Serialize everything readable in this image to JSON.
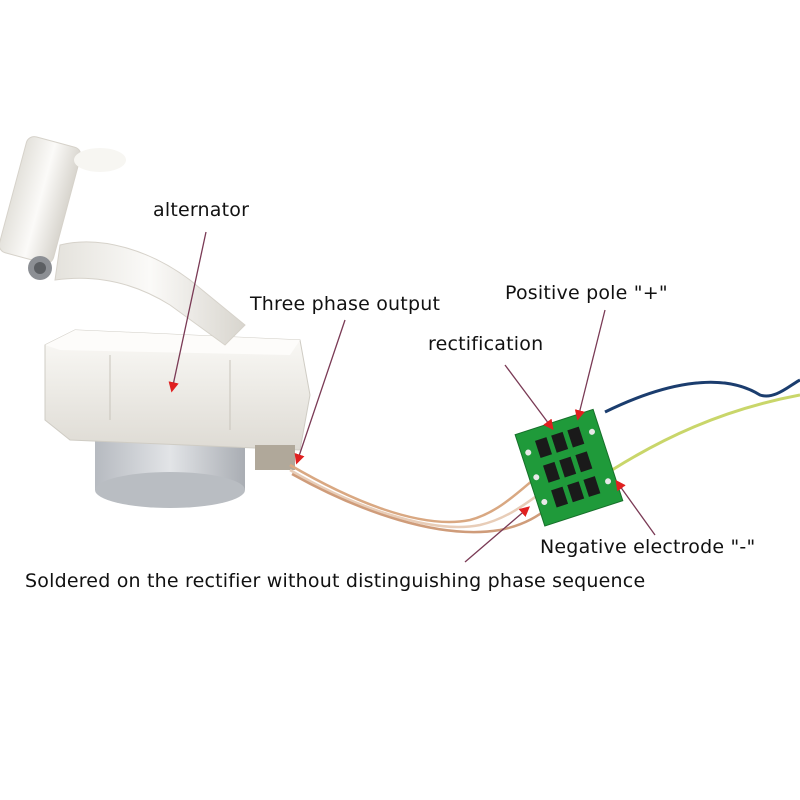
{
  "labels": {
    "alternator": "alternator",
    "three_phase_output": "Three phase output",
    "positive_pole": "Positive pole \"+\"",
    "rectification": "rectification",
    "negative_electrode": "Negative electrode \"-\"",
    "soldered_note": "Soldered on the rectifier without distinguishing phase sequence"
  },
  "colors": {
    "arrow": "#e02020",
    "leader": "#7a3a55",
    "pcb": "#1f9a3a",
    "housing": "#f3f1ec",
    "motor": "#c9ccd0"
  }
}
